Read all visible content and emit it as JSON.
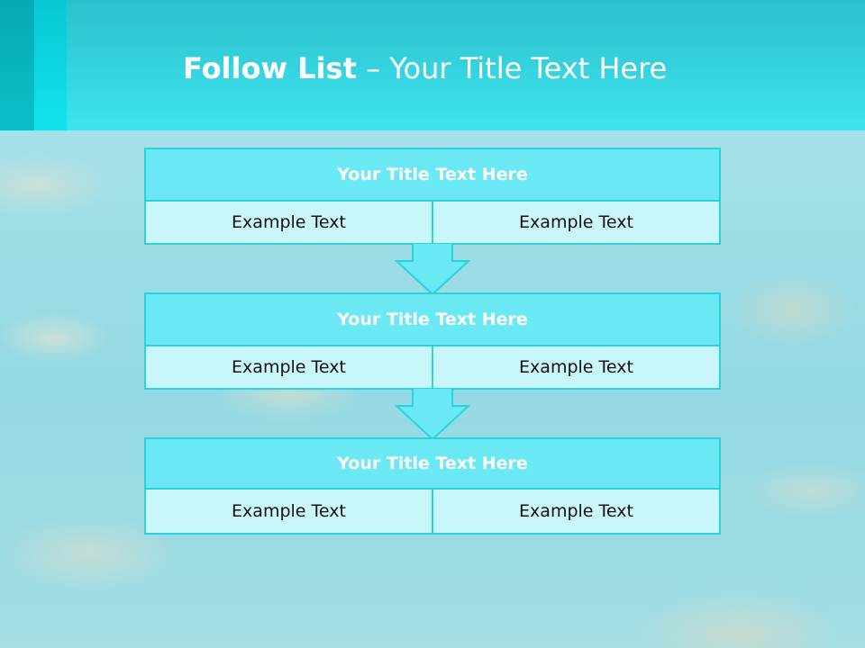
{
  "slide": {
    "title_bold": "Follow List",
    "title_rest": " – Your Title Text Here"
  },
  "steps": [
    {
      "title": "Your Title Text Here",
      "left": "Example Text",
      "right": "Example Text"
    },
    {
      "title": "Your Title Text Here",
      "left": "Example Text",
      "right": "Example Text"
    },
    {
      "title": "Your Title Text Here",
      "left": "Example Text",
      "right": "Example Text"
    }
  ],
  "colors": {
    "header": "#3de4ee",
    "box_fill": "#6ae9f4",
    "cell_fill": "#c9f6fb",
    "border": "#2ad2e0"
  }
}
